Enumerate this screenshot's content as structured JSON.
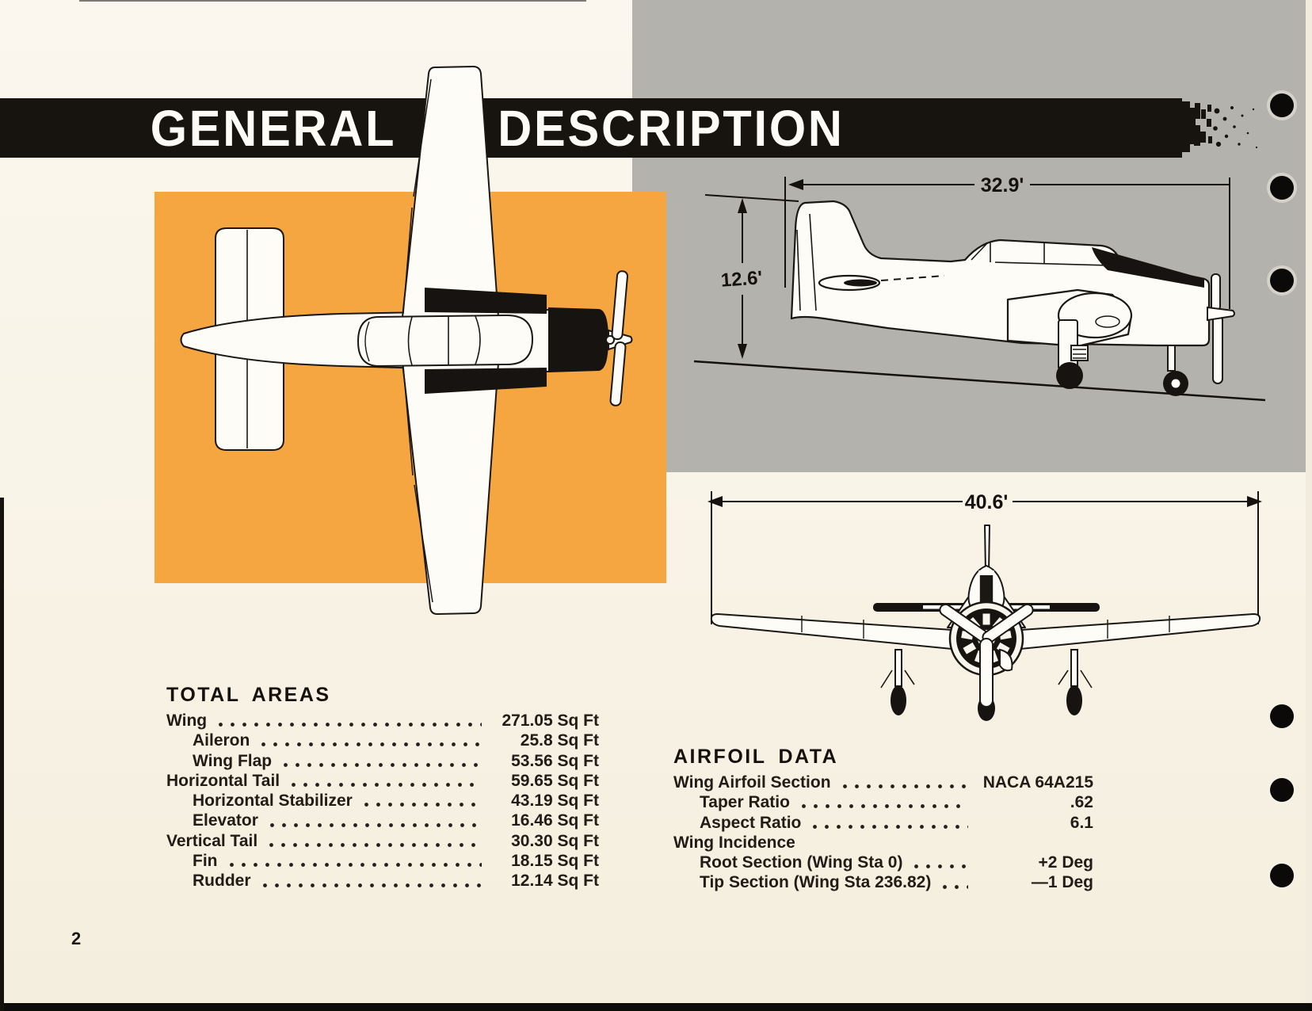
{
  "document": {
    "title": "GENERAL DESCRIPTION",
    "page_number": "2"
  },
  "dimensions": {
    "side_view_length": "32.9'",
    "side_view_height": "12.6'",
    "front_view_wingspan": "40.6'"
  },
  "total_areas": {
    "heading": "TOTAL AREAS",
    "rows": [
      {
        "label": "Wing",
        "value": "271.05 Sq Ft",
        "indent": 0
      },
      {
        "label": "Aileron",
        "value": "25.8 Sq Ft",
        "indent": 1
      },
      {
        "label": "Wing Flap",
        "value": "53.56 Sq Ft",
        "indent": 1
      },
      {
        "label": "Horizontal Tail",
        "value": "59.65 Sq Ft",
        "indent": 0
      },
      {
        "label": "Horizontal Stabilizer",
        "value": "43.19 Sq Ft",
        "indent": 1
      },
      {
        "label": "Elevator",
        "value": "16.46 Sq Ft",
        "indent": 1
      },
      {
        "label": "Vertical Tail",
        "value": "30.30 Sq Ft",
        "indent": 0
      },
      {
        "label": "Fin",
        "value": "18.15 Sq Ft",
        "indent": 1
      },
      {
        "label": "Rudder",
        "value": "12.14 Sq Ft",
        "indent": 1
      }
    ]
  },
  "airfoil_data": {
    "heading": "AIRFOIL DATA",
    "rows": [
      {
        "label": "Wing Airfoil Section",
        "value": "NACA 64A215",
        "indent": 0
      },
      {
        "label": "Taper Ratio",
        "value": ".62",
        "indent": 1
      },
      {
        "label": "Aspect Ratio",
        "value": "6.1",
        "indent": 1
      },
      {
        "label": "Wing Incidence",
        "value": "",
        "indent": 0,
        "no_leader": true
      },
      {
        "label": "Root Section (Wing Sta 0)",
        "value": "+2 Deg",
        "indent": 1
      },
      {
        "label": "Tip Section (Wing Sta 236.82)",
        "value": "—1 Deg",
        "indent": 1
      }
    ]
  },
  "colors": {
    "accent_orange": "#f5a640",
    "panel_gray": "#b4b2ad",
    "ink_black": "#17130f",
    "paper_cream": "#f8f3e6"
  }
}
